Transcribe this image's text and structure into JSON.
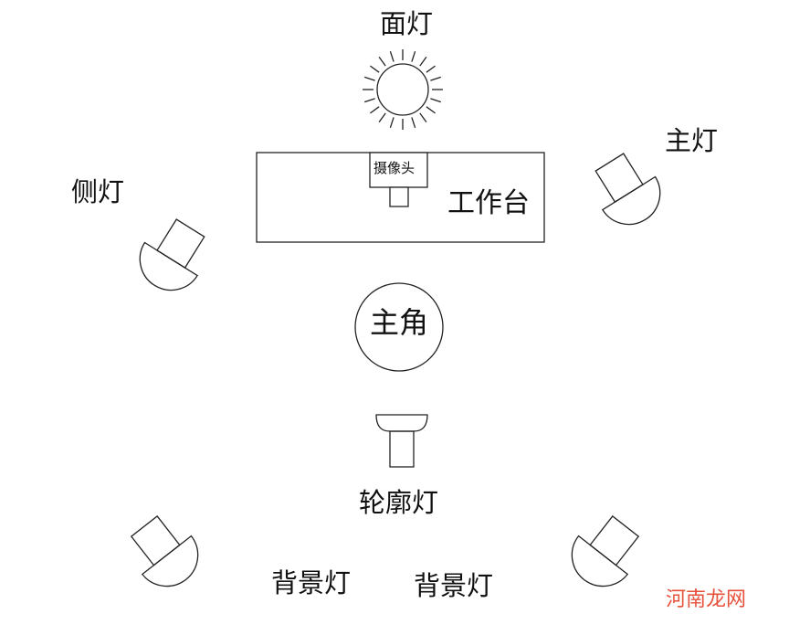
{
  "labels": {
    "face_light": "面灯",
    "key_light": "主灯",
    "side_light": "侧灯",
    "camera": "摄像头",
    "workbench": "工作台",
    "subject": "主角",
    "rim_light": "轮廓灯",
    "background_light_left": "背景灯",
    "background_light_right": "背景灯"
  },
  "watermark": {
    "text": "河南龙网",
    "color": "#e6513b"
  },
  "colors": {
    "line": "#222222",
    "text": "#111111",
    "background": "#ffffff"
  }
}
